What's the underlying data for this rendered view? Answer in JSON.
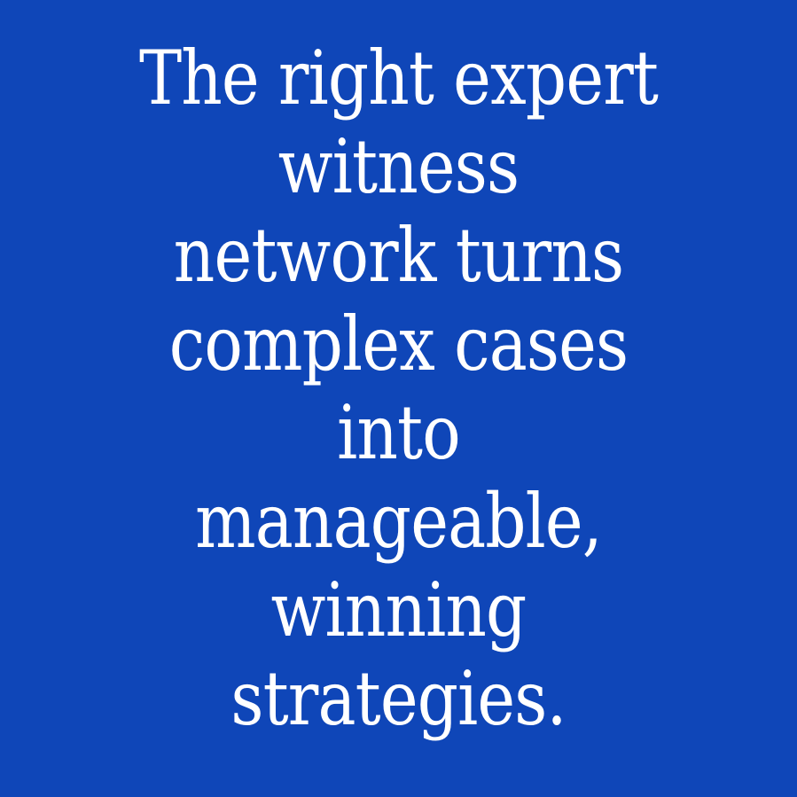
{
  "graphic": {
    "background_color": "#0f46b8",
    "text_color": "#ffffff",
    "quote_lines": [
      "The right expert",
      "witness",
      "network turns",
      "complex cases",
      "into",
      "manageable,",
      "winning",
      "strategies."
    ],
    "full_text": "The right expert witness network turns complex cases into manageable, winning strategies."
  }
}
